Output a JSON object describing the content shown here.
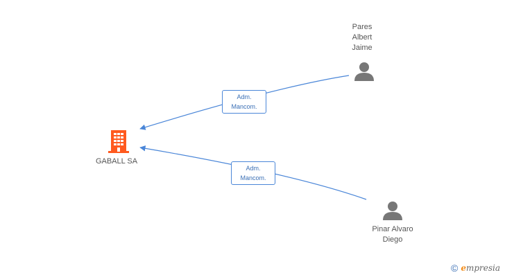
{
  "nodes": {
    "company": {
      "label": "GABALL SA",
      "color": "#ff5a1f"
    },
    "person_1": {
      "label": "Pares\nAlbert\nJaime",
      "color": "#777777"
    },
    "person_2": {
      "label": "Pinar Alvaro\nDiego",
      "color": "#777777"
    }
  },
  "edges": {
    "edge_1": {
      "label": "Adm.\nMancom.",
      "color": "#4a86d8"
    },
    "edge_2": {
      "label": "Adm.\nMancom.",
      "color": "#4a86d8"
    }
  },
  "branding": {
    "copyright_symbol": "©",
    "logo_initial": "e",
    "logo_rest": "mpresia"
  }
}
